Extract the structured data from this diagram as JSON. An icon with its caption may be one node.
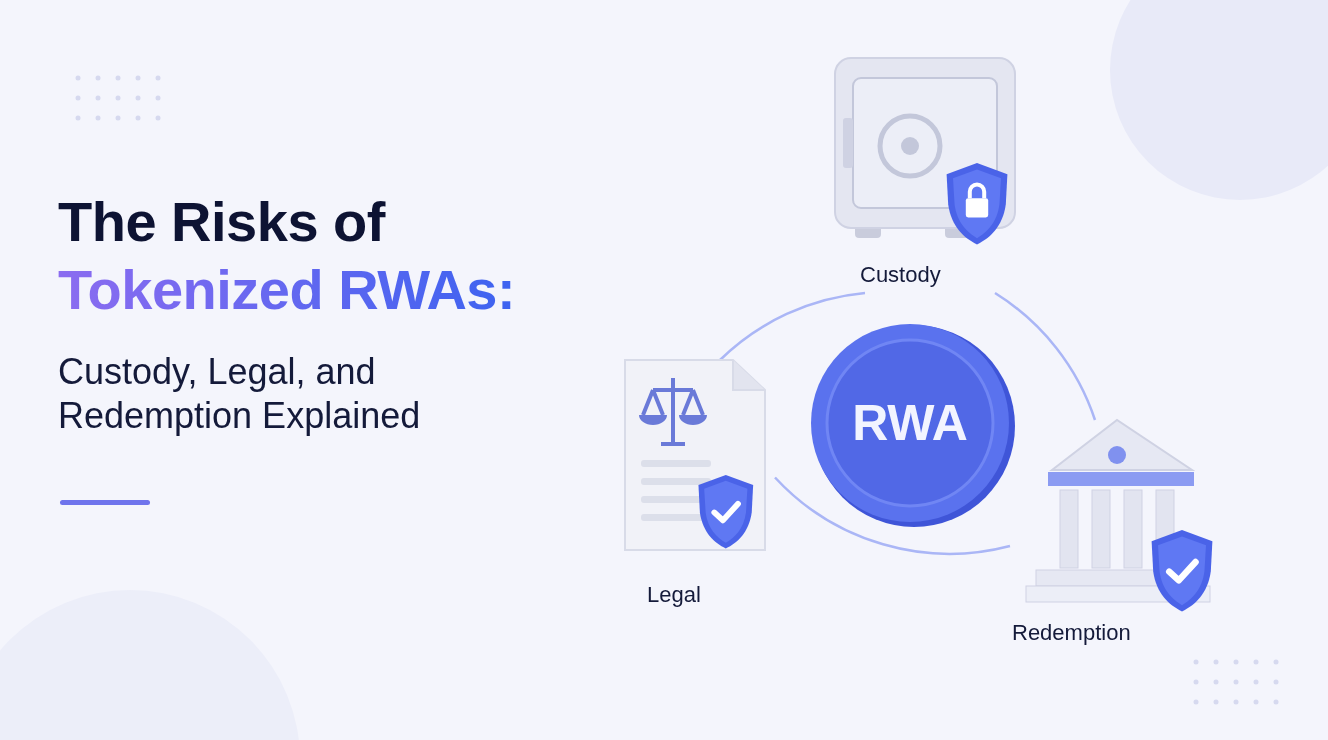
{
  "diagram": {
    "title": "The Risks of Tokenized RWAs:",
    "nodes": [
      {
        "text": [],
        "shape": "picture",
        "beside": [
          "Custody"
        ]
      },
      {
        "text": [
          "RWA"
        ]
      },
      {
        "text": [],
        "shape": "picture",
        "beside": [
          "Legal"
        ]
      },
      {
        "text": [],
        "shape": "picture",
        "beside": [
          "Redemption"
        ]
      }
    ],
    "edges": [
      {
        "from": 0,
        "to": 3,
        "arrow": "none"
      },
      {
        "from": 3,
        "to": 2,
        "arrow": "none"
      },
      {
        "from": 2,
        "to": 0,
        "arrow": "none"
      }
    ],
    "labels": [
      "Custody, Legal, and Redemption Explained"
    ]
  }
}
